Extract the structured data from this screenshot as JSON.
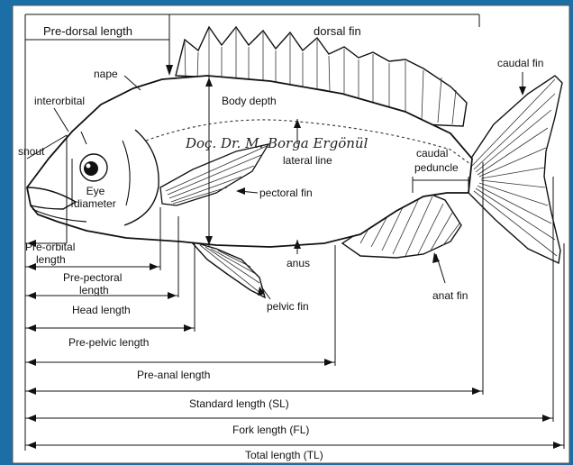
{
  "frame": {
    "background": "#1b6fa6",
    "panel": "#ffffff",
    "ink": "#111111"
  },
  "watermark": "Doç. Dr. M. Borga Ergönül",
  "labels": {
    "pre_dorsal_length": "Pre-dorsal length",
    "dorsal_fin": "dorsal fin",
    "caudal_fin": "caudal fin",
    "nape": "nape",
    "interorbital": "interorbital",
    "body_depth": "Body depth",
    "snout": "snout",
    "eye": "Eye",
    "diameter": "diameter",
    "lateral_line": "lateral line",
    "caudal": "caudal",
    "peduncle": "peduncle",
    "pectoral_fin": "pectoral fin",
    "pre_orbital_1": "Pre-orbital",
    "pre_orbital_2": "length",
    "pre_pectoral_1": "Pre-pectoral",
    "pre_pectoral_2": "length",
    "head_length": "Head length",
    "anus": "anus",
    "pelvic_fin": "pelvic fin",
    "anal_fin": "anat fin",
    "pre_pelvic_length": "Pre-pelvic length",
    "pre_anal_length": "Pre-anal length",
    "standard_length": "Standard length (SL)",
    "fork_length": "Fork length (FL)",
    "total_length": "Total length (TL)"
  }
}
